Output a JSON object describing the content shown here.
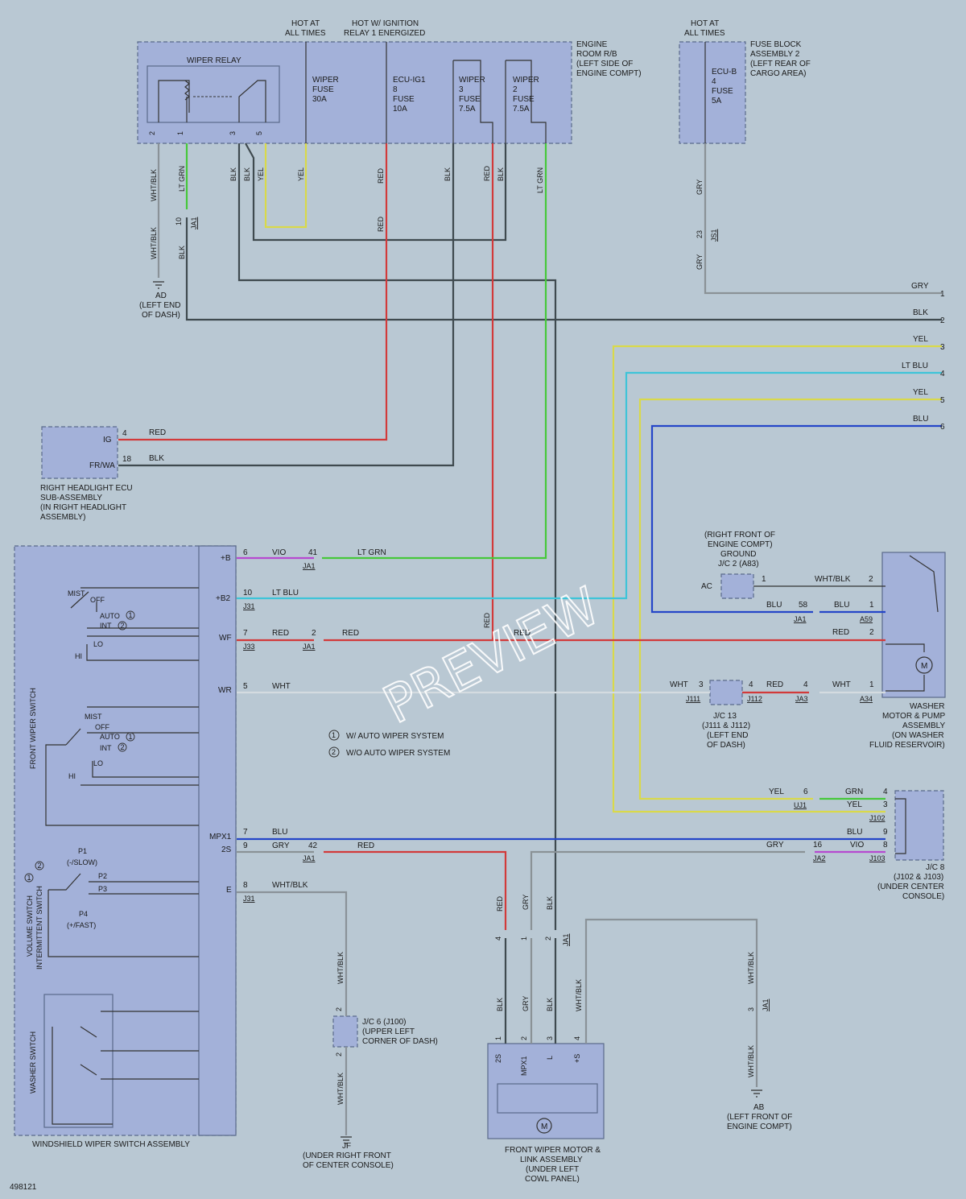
{
  "colors": {
    "background": "#b9c8d3",
    "component_fill": "#a3b1d9",
    "BLK": "#3f4a4f",
    "RED": "#d23a3a",
    "YEL": "#d9d94a",
    "LT_GRN": "#46c83a",
    "LT_BLU": "#3fc4d8",
    "BLU": "#2546c8",
    "GRY": "#8a9296",
    "VIO": "#b64ad0",
    "WHT": "#d4dbe0",
    "WHT_BLK": "#8a9298"
  },
  "top_notes": {
    "hot_at_all_times_1": "HOT AT",
    "hot_at_all_times_2": "ALL TIMES",
    "hot_ign_1": "HOT W/ IGNITION",
    "hot_ign_2": "RELAY 1 ENERGIZED",
    "hot_at_all_times_3": "HOT AT",
    "hot_at_all_times_4": "ALL TIMES"
  },
  "engine_room": {
    "label_1": "ENGINE",
    "label_2": "ROOM R/B",
    "label_3": "(LEFT SIDE OF",
    "label_4": "ENGINE COMPT)",
    "wiper_relay": "WIPER RELAY",
    "pins": [
      "2",
      "1",
      "3",
      "5"
    ],
    "fuse_wiper_1": "WIPER",
    "fuse_wiper_2": "FUSE",
    "fuse_wiper_3": "30A",
    "fuse_ecu_1": "ECU-IG1",
    "fuse_ecu_2": "8",
    "fuse_ecu_3": "FUSE",
    "fuse_ecu_4": "10A",
    "fuse_w3_1": "WIPER",
    "fuse_w3_2": "3",
    "fuse_w3_3": "FUSE",
    "fuse_w3_4": "7.5A",
    "fuse_w2_1": "WIPER",
    "fuse_w2_2": "2",
    "fuse_w2_3": "FUSE",
    "fuse_w2_4": "7.5A"
  },
  "fuse_block": {
    "label_1": "FUSE BLOCK",
    "label_2": "ASSEMBLY 2",
    "label_3": "(LEFT REAR OF",
    "label_4": "CARGO AREA)",
    "fuse_1": "ECU-B",
    "fuse_2": "4",
    "fuse_3": "FUSE",
    "fuse_4": "5A"
  },
  "top_wire_labels": {
    "wht_blk": "WHT/BLK",
    "lt_grn": "LT GRN",
    "blk": "BLK",
    "yel": "YEL",
    "red": "RED",
    "gry": "GRY",
    "pin10": "10",
    "ja1": "JA1",
    "pin23": "23",
    "js1": "JS1"
  },
  "ground_ad": {
    "name": "AD",
    "desc_1": "(LEFT END",
    "desc_2": "OF DASH)"
  },
  "right_outputs": [
    {
      "color": "GRY",
      "num": "1"
    },
    {
      "color": "BLK",
      "num": "2"
    },
    {
      "color": "YEL",
      "num": "3"
    },
    {
      "color": "LT BLU",
      "num": "4"
    },
    {
      "color": "YEL",
      "num": "5"
    },
    {
      "color": "BLU",
      "num": "6"
    }
  ],
  "headlight_ecu": {
    "pin_ig": "IG",
    "pin_frwa": "FR/WA",
    "ig_num": "4",
    "frwa_num": "18",
    "ig_wire": "RED",
    "frwa_wire": "BLK",
    "label_1": "RIGHT HEADLIGHT ECU",
    "label_2": "SUB-ASSEMBLY",
    "label_3": "(IN RIGHT HEADLIGHT",
    "label_4": "ASSEMBLY)"
  },
  "switch_assy": {
    "label": "WINDSHIELD WIPER SWITCH ASSEMBLY",
    "front_wiper_switch": "FRONT WIPER SWITCH",
    "volume_switch": "VOLUME SWITCH",
    "intermittent_switch": "INTERMITTENT SWITCH",
    "washer_switch": "WASHER SWITCH",
    "mist": "MIST",
    "off": "OFF",
    "auto": "AUTO",
    "int": "INT",
    "lo": "LO",
    "hi": "HI",
    "p1": "P1",
    "slow": "(-/SLOW)",
    "p2": "P2",
    "p3": "P3",
    "p4": "P4",
    "fast": "(+/FAST)",
    "c1": "1",
    "c2": "2"
  },
  "switch_pins": [
    {
      "pin": "+B",
      "num": "6",
      "wire": "VIO"
    },
    {
      "pin": "+B2",
      "num": "10",
      "wire": "LT BLU"
    },
    {
      "pin": "WF",
      "num": "7",
      "wire": "RED"
    },
    {
      "pin": "WR",
      "num": "5",
      "wire": "WHT"
    },
    {
      "pin": "MPX1",
      "num": "7",
      "wire": "BLU"
    },
    {
      "pin": "2S",
      "num": "9",
      "wire": "GRY"
    },
    {
      "pin": "E",
      "num": "8",
      "wire": "WHT/BLK"
    }
  ],
  "connectors": {
    "j31": "J31",
    "j33": "J33",
    "ja1": "JA1",
    "n41": "41",
    "n2": "2",
    "n42": "42",
    "lt_grn": "LT GRN",
    "red": "RED",
    "lt_blu": "LT BLU"
  },
  "legend": {
    "n1": "1",
    "n2": "2",
    "item1": "W/ AUTO WIPER SYSTEM",
    "item2": "W/O AUTO WIPER SYSTEM"
  },
  "washer_motor": {
    "ground_1": "(RIGHT FRONT OF",
    "ground_2": "ENGINE COMPT)",
    "ground_3": "GROUND",
    "ground_4": "J/C 2 (A83)",
    "ac": "AC",
    "n1": "1",
    "wht_blk": "WHT/BLK",
    "p2": "2",
    "blu": "BLU",
    "n58": "58",
    "p1": "1",
    "ja1": "JA1",
    "a59": "A59",
    "red": "RED",
    "motor": "M",
    "label_1": "WASHER",
    "label_2": "MOTOR & PUMP",
    "label_3": "ASSEMBLY",
    "label_4": "(ON WASHER",
    "label_5": "FLUID RESERVOIR)"
  },
  "jc13": {
    "wht": "WHT",
    "n3": "3",
    "n4": "4",
    "red": "RED",
    "j111": "J111",
    "j112": "J112",
    "ja3": "JA3",
    "a34": "A34",
    "label_1": "J/C 13",
    "label_2": "(J111 & J112)",
    "label_3": "(LEFT END",
    "label_4": "OF DASH)",
    "n1": "1"
  },
  "jc8": {
    "yel": "YEL",
    "n6": "6",
    "grn": "GRN",
    "n4": "4",
    "uj1": "UJ1",
    "n3": "3",
    "j102": "J102",
    "blu": "BLU",
    "n9": "9",
    "gry": "GRY",
    "n16": "16",
    "vio": "VIO",
    "n8": "8",
    "ja2": "JA2",
    "j103": "J103",
    "label_1": "J/C 8",
    "label_2": "(J102 & J103)",
    "label_3": "(UNDER CENTER",
    "label_4": "CONSOLE)"
  },
  "jc6": {
    "label_1": "J/C 6 (J100)",
    "label_2": "(UPPER LEFT",
    "label_3": "CORNER OF DASH)",
    "n2": "2",
    "wht_blk": "WHT/BLK"
  },
  "ground_jf": {
    "name": "JF",
    "desc_1": "(UNDER RIGHT FRONT",
    "desc_2": "OF CENTER CONSOLE)"
  },
  "ground_ab": {
    "name": "AB",
    "desc_1": "(LEFT FRONT OF",
    "desc_2": "ENGINE COMPT)",
    "n3": "3",
    "ja1": "JA1",
    "wht_blk": "WHT/BLK"
  },
  "wiper_motor": {
    "label_1": "FRONT WIPER MOTOR &",
    "label_2": "LINK ASSEMBLY",
    "label_3": "(UNDER LEFT",
    "label_4": "COWL PANEL)",
    "pins": [
      "2S",
      "MPX1",
      "L",
      "+S"
    ],
    "nums": [
      "1",
      "2",
      "3",
      "4"
    ],
    "top_nums": [
      "4",
      "1",
      "2"
    ],
    "ja1": "JA1",
    "red": "RED",
    "gry": "GRY",
    "blk": "BLK",
    "wht_blk": "WHT/BLK",
    "motor": "M"
  },
  "watermark": "PREVIEW",
  "diagram_id": "498121"
}
